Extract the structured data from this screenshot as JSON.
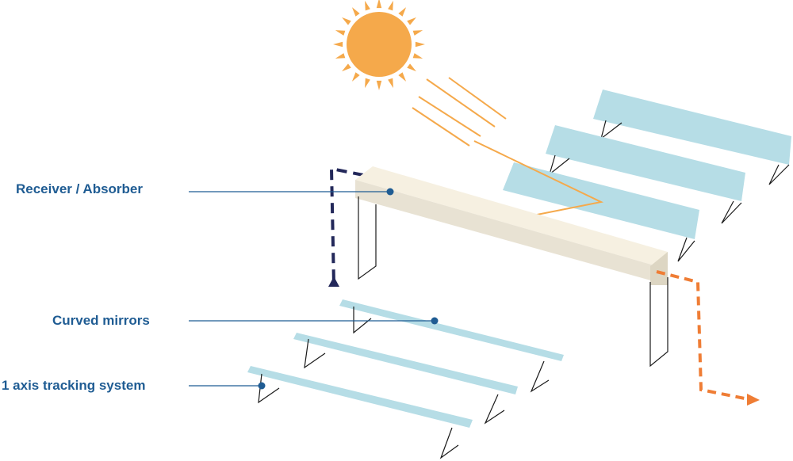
{
  "labels": {
    "receiver": "Receiver / Absorber",
    "mirrors": "Curved mirrors",
    "tracking": "1 axis tracking system"
  },
  "colors": {
    "label_text": "#1f5c93",
    "leader_line": "#1f5c93",
    "sun": "#f5a94b",
    "sun_rays": "#f5a94b",
    "mirror": "#b6dde6",
    "receiver_top": "#f6f0e1",
    "receiver_side": "#e8e2d3",
    "inflow_arrow": "#23285a",
    "outflow_arrow": "#ef7d35",
    "support_line": "#1a1a1a"
  },
  "icons": [
    "sun-icon",
    "inflow-arrow-icon",
    "outflow-arrow-icon"
  ]
}
